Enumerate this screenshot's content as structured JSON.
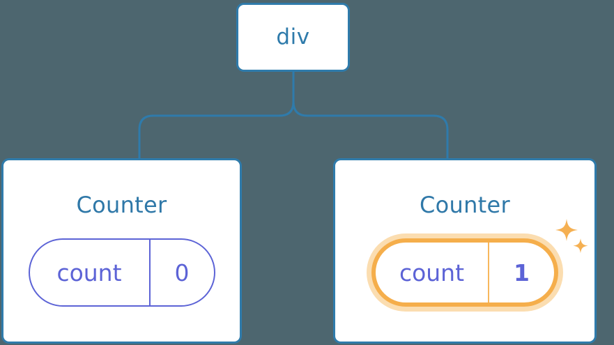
{
  "theme": {
    "background": "#4d666f",
    "node_border": "#2f7bab",
    "node_fill": "#ffffff",
    "title_text": "#2f78a8",
    "state_border": "#5c63d6",
    "state_text": "#5c63d6",
    "highlight_border": "#f5ae4b",
    "highlight_glow": "#fbddb0",
    "sparkle": "#f5b052"
  },
  "tree": {
    "root": {
      "label": "div"
    },
    "children": [
      {
        "title": "Counter",
        "state": {
          "key": "count",
          "value": "0"
        },
        "highlighted": false
      },
      {
        "title": "Counter",
        "state": {
          "key": "count",
          "value": "1"
        },
        "highlighted": true,
        "sparkle_icons": [
          "sparkle-large-icon",
          "sparkle-small-icon"
        ]
      }
    ]
  }
}
